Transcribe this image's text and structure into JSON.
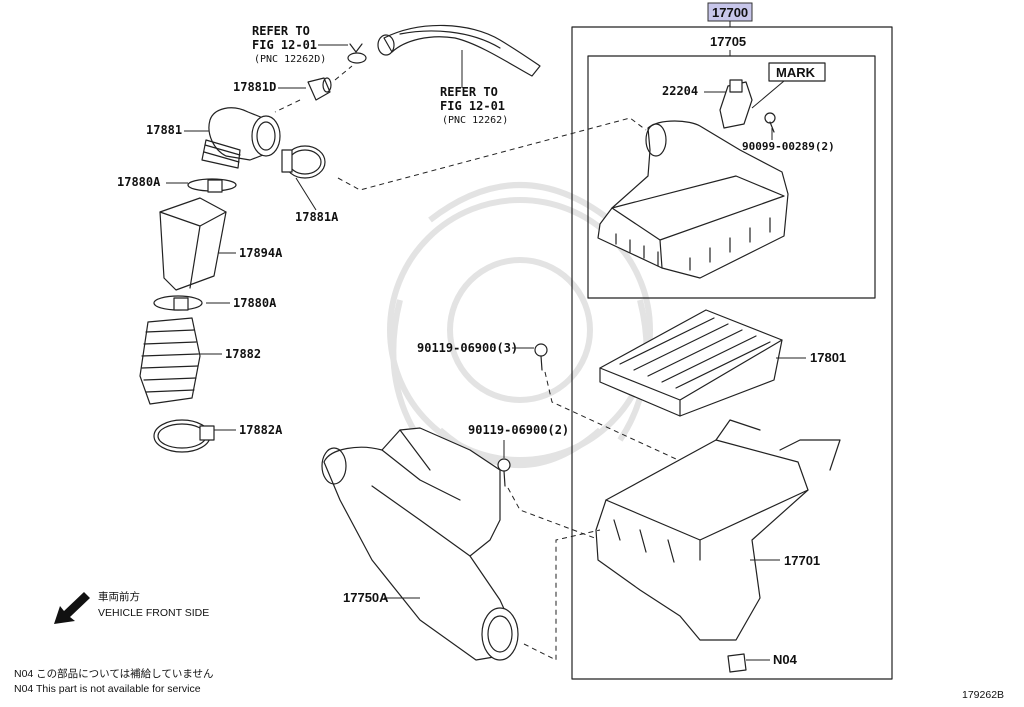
{
  "header": {
    "assembly_number": "17700",
    "case_number": "17705"
  },
  "refs": {
    "top_left": [
      "REFER TO",
      "FIG 12-01",
      "(PNC 12262D)"
    ],
    "top_mid": [
      "REFER TO",
      "FIG 12-01",
      "(PNC 12262)"
    ]
  },
  "parts": {
    "p17881D": "17881D",
    "p17881": "17881",
    "p17880A_1": "17880A",
    "p17894A": "17894A",
    "p17880A_2": "17880A",
    "p17882": "17882",
    "p17882A": "17882A",
    "p17881A": "17881A",
    "p22204": "22204",
    "mark": "MARK",
    "p90099": "90099-00289(2)",
    "p17801": "17801",
    "p90119_3": "90119-06900(3)",
    "p90119_2": "90119-06900(2)",
    "p17701": "17701",
    "p17750A": "17750A",
    "pN04": "N04"
  },
  "orientation": {
    "jp": "車両前方",
    "en": "VEHICLE FRONT SIDE"
  },
  "notes": {
    "line1": "N04  この部品については補給していません",
    "line2": "N04  This part is not available for service"
  },
  "figure_id": "179262B"
}
